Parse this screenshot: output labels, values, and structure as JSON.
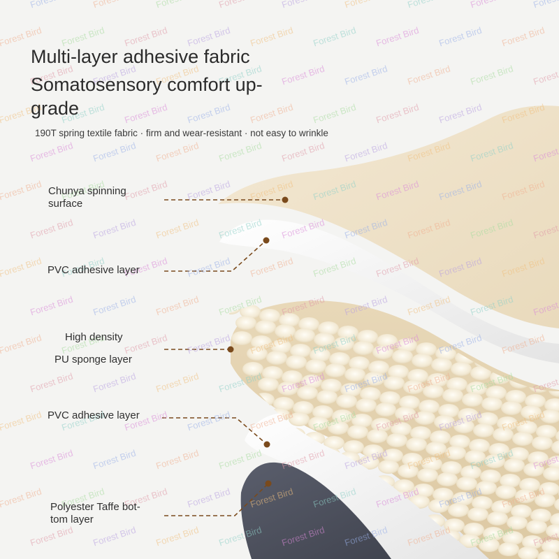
{
  "heading": {
    "line1": "Multi-layer adhesive fabric",
    "line2": "Somatosensory comfort up-grade"
  },
  "subtitle": "190T spring textile fabric · firm and wear-resistant · not easy to wrinkle",
  "layers": [
    {
      "label": "Chunya spinning surface",
      "color": "#eee0c4"
    },
    {
      "label": "PVC adhesive layer",
      "color": "#f3f3f3"
    },
    {
      "label_line1": "High density",
      "label_line2": "PU sponge layer",
      "color": "#f0e4cc"
    },
    {
      "label": "PVC adhesive layer",
      "color": "#f1f1f1"
    },
    {
      "label": "Polyester Taffe bot-tom layer",
      "color": "#4f5360"
    }
  ],
  "callout_color": "#7a4a1c",
  "watermark": "Forest Bird"
}
